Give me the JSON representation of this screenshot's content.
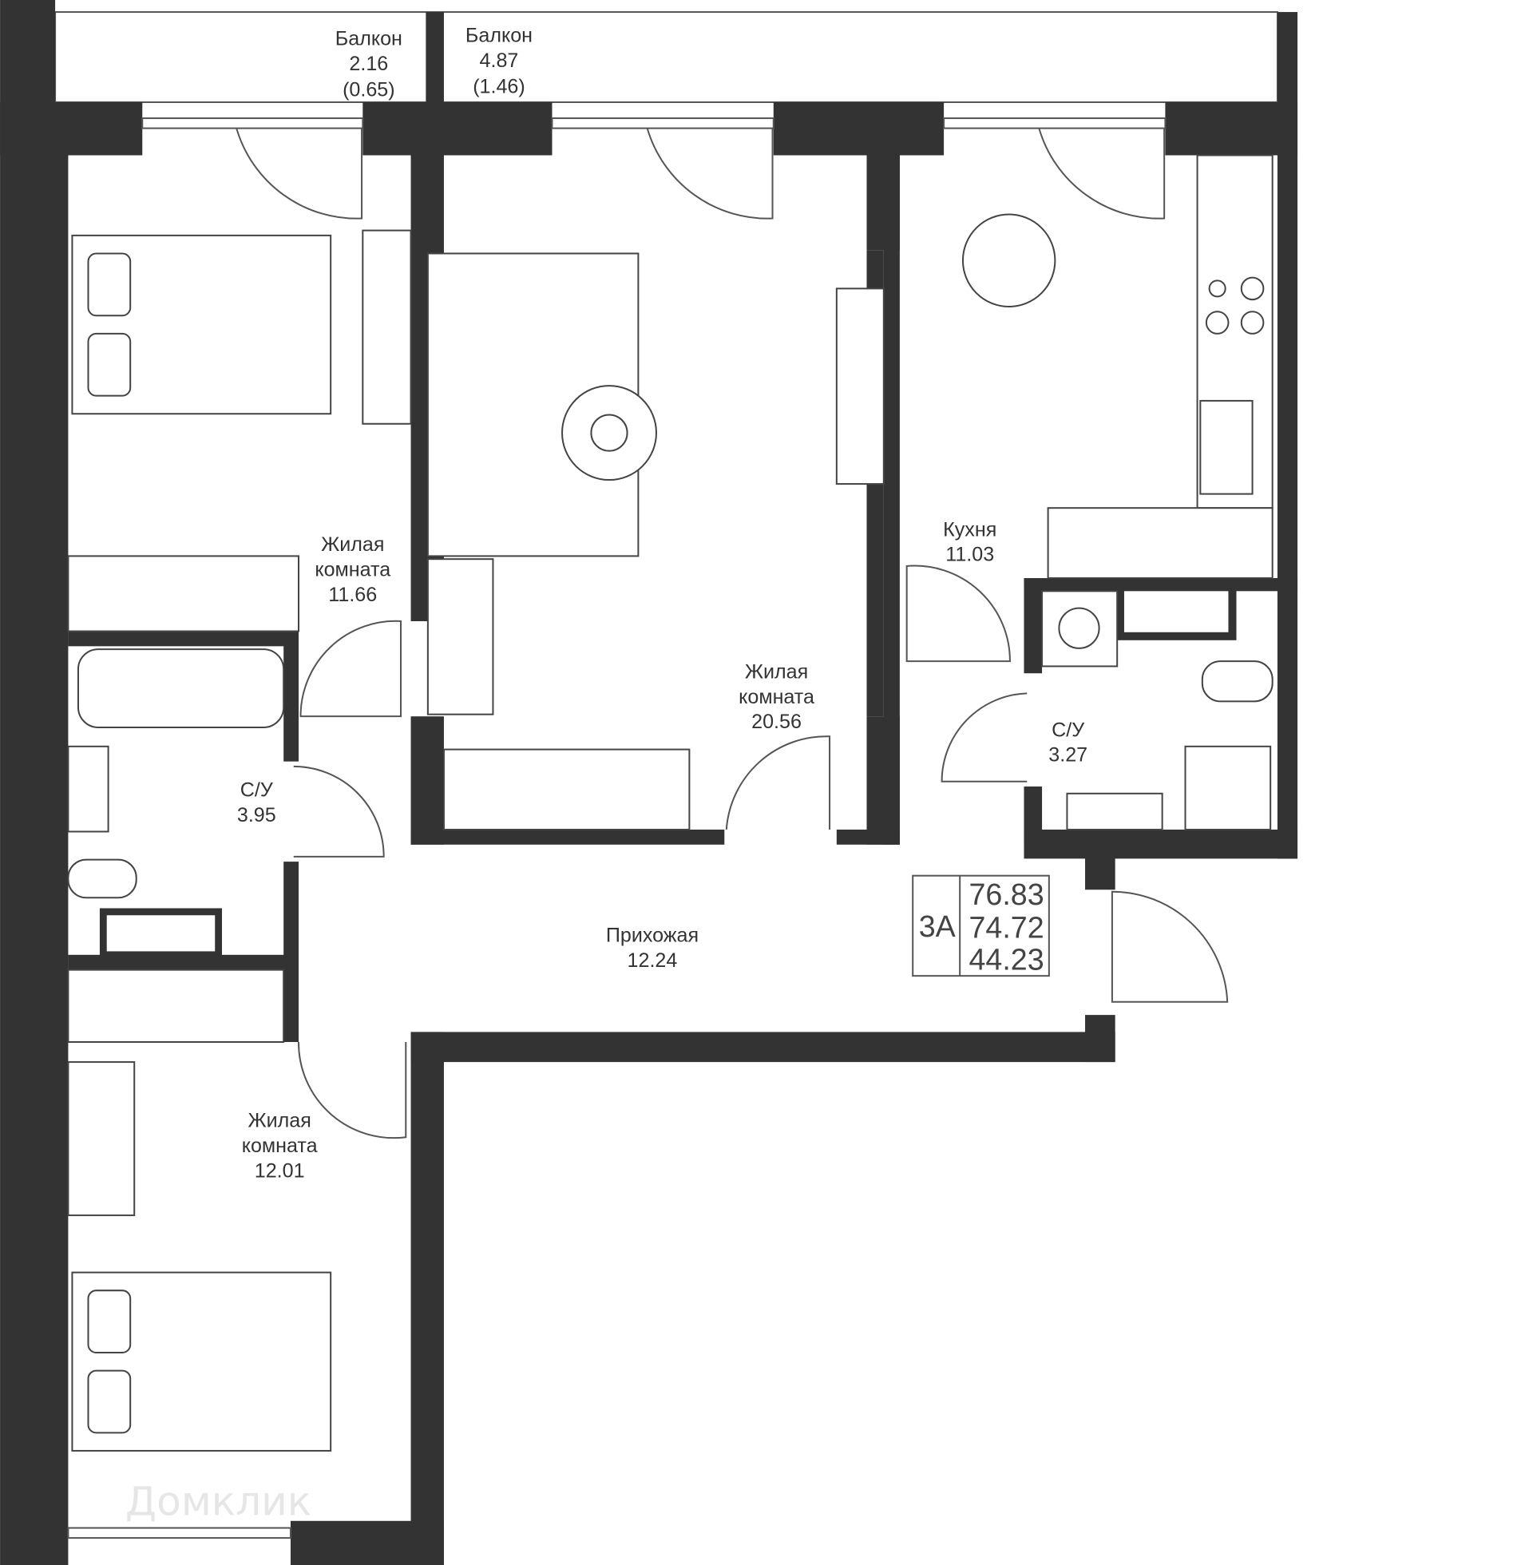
{
  "rooms": {
    "balcony1": {
      "name": "Балкон",
      "area": "2.16",
      "area_coef": "(0.65)"
    },
    "balcony2": {
      "name": "Балкон",
      "area": "4.87",
      "area_coef": "(1.46)"
    },
    "bedroom1": {
      "name1": "Жилая",
      "name2": "комната",
      "area": "11.66"
    },
    "living": {
      "name1": "Жилая",
      "name2": "комната",
      "area": "20.56"
    },
    "kitchen": {
      "name": "Кухня",
      "area": "11.03"
    },
    "bath1": {
      "name": "С/У",
      "area": "3.95"
    },
    "bath2": {
      "name": "С/У",
      "area": "3.27"
    },
    "hall": {
      "name": "Прихожая",
      "area": "12.24"
    },
    "bedroom2": {
      "name1": "Жилая",
      "name2": "комната",
      "area": "12.01"
    }
  },
  "summary": {
    "type": "3A",
    "total": "76.83",
    "living_total": "74.72",
    "living_area": "44.23"
  },
  "watermark": "Домклик",
  "colors": {
    "wall": "#333333",
    "line": "#555555"
  }
}
